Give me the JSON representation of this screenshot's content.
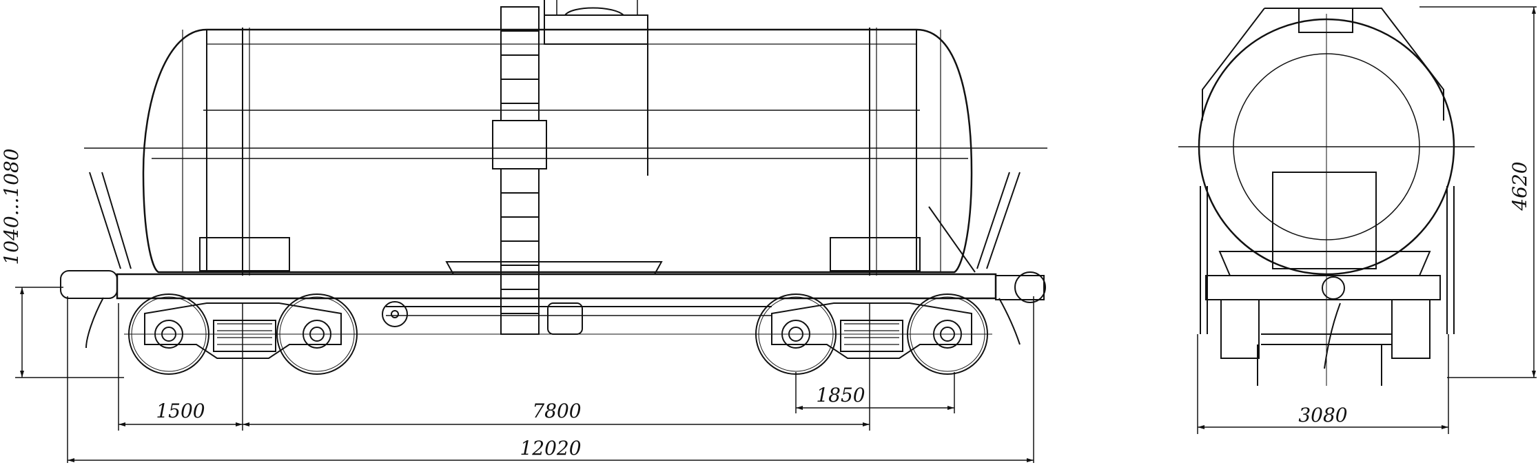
{
  "dimensions": {
    "coupler_height": "1040...1080",
    "bogie_overhang": "1500",
    "bogie_centers": "7800",
    "bogie_wheelbase": "1850",
    "length_over_couplers": "12020",
    "width": "3080",
    "height": "4620"
  },
  "colors": {
    "line": "#111111",
    "background": "#ffffff"
  }
}
